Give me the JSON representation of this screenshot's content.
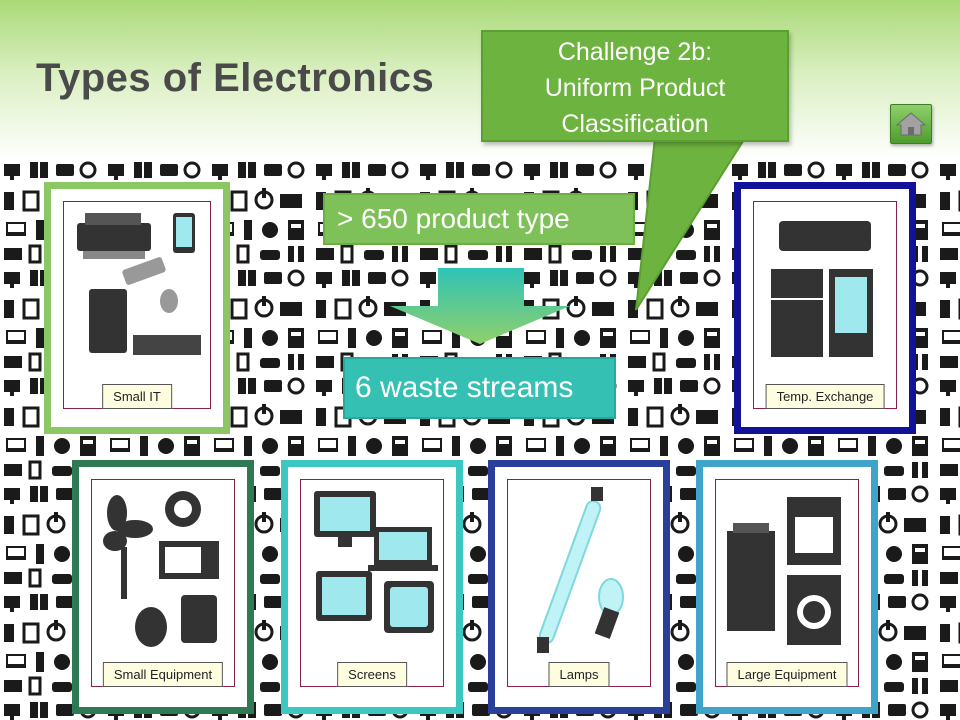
{
  "slide": {
    "title": "Types of Electronics",
    "callout": {
      "line1": "Challenge 2b:",
      "line2": "Uniform Product",
      "line3": "Classification"
    },
    "product_types_box": "> 650 product type",
    "waste_streams_box": "6 waste streams"
  },
  "cards": [
    {
      "label": "Small IT"
    },
    {
      "label": "Temp. Exchange"
    },
    {
      "label": "Small Equipment"
    },
    {
      "label": "Screens"
    },
    {
      "label": "Lamps"
    },
    {
      "label": "Large Equipment"
    }
  ],
  "colors": {
    "callout_green": "#6db33f",
    "box_green": "#7fc159",
    "teal": "#34c0b2",
    "small_it_frame": "#8bc763",
    "temp_exchange_frame": "#111199",
    "small_equipment_frame": "#2f7a55",
    "screens_frame": "#3cc8c0",
    "lamps_frame": "#2a3f9a",
    "large_equipment_frame": "#3fa4c9"
  }
}
